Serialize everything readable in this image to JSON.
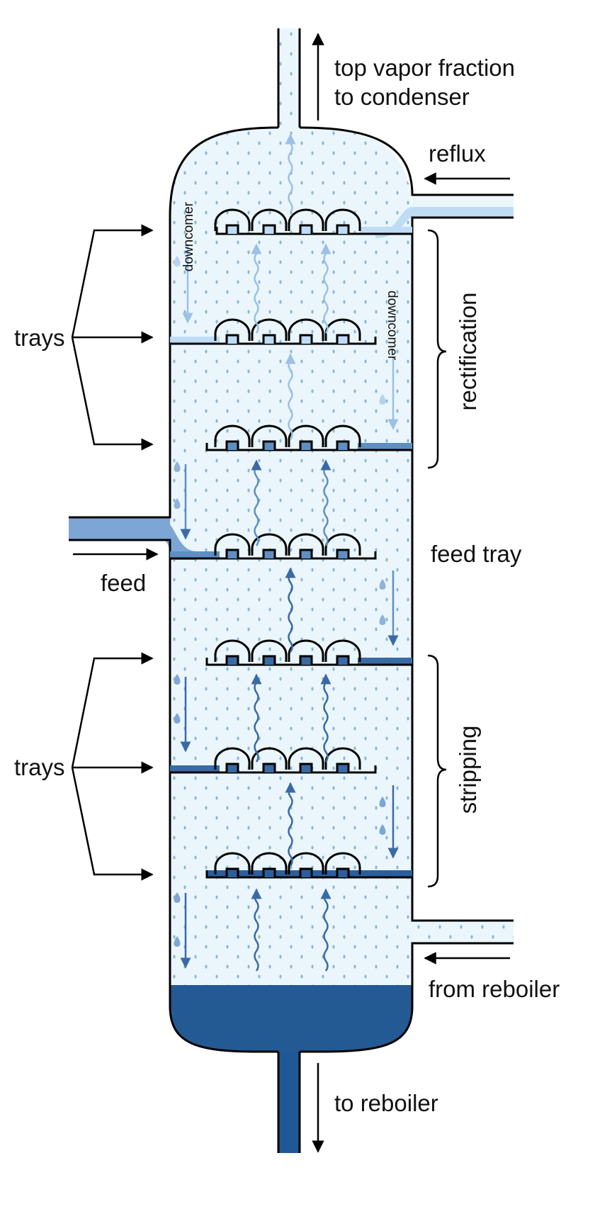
{
  "labels": {
    "top_vapor_line1": "top vapor fraction",
    "top_vapor_line2": "to condenser",
    "reflux": "reflux",
    "trays": "trays",
    "downcomer": "downcomer",
    "rectification": "rectification",
    "feed_tray": "feed tray",
    "feed": "feed",
    "stripping": "stripping",
    "from_reboiler": "from reboiler",
    "to_reboiler": "to reboiler"
  },
  "colors": {
    "vapor_fill": "#eaf6fb",
    "dots": "#8fb6cf",
    "light_liquid": "#bfdcf5",
    "mid_liquid": "#5f8fc2",
    "dark_liquid": "#2b5e9c",
    "bottom_liquid": "#245a93",
    "outline": "#000000"
  }
}
